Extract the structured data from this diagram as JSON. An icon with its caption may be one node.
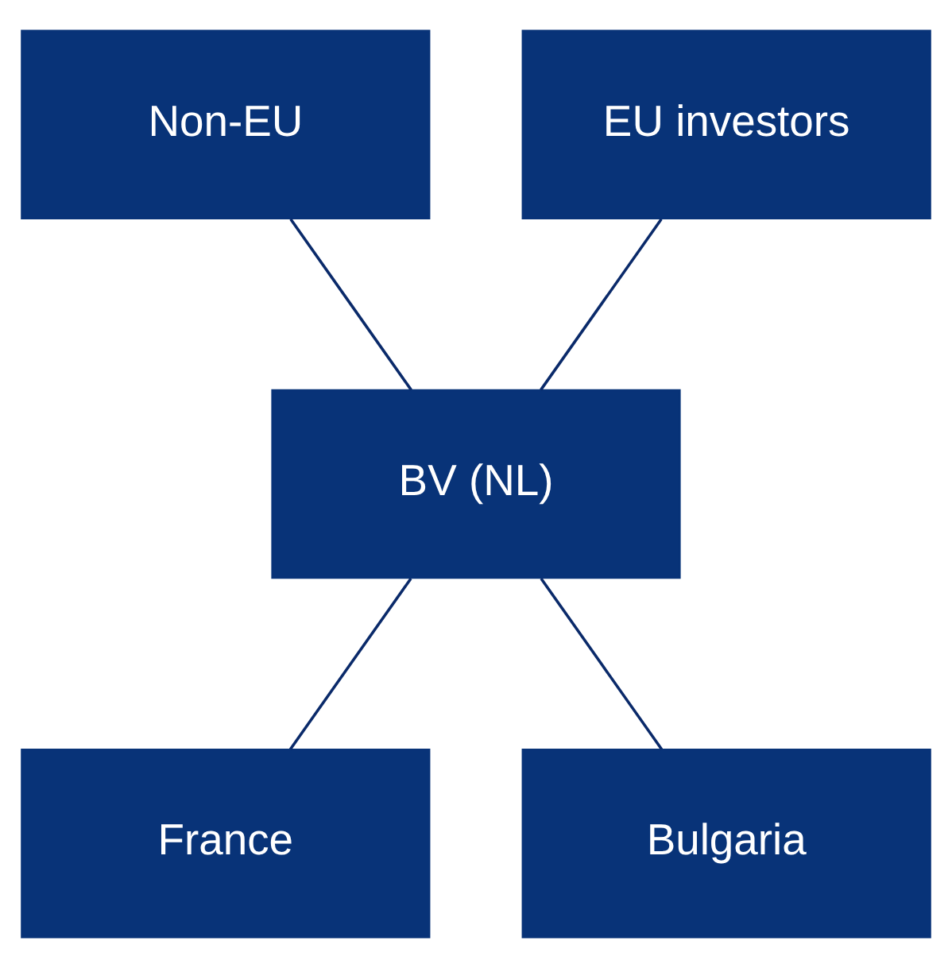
{
  "diagram": {
    "nodes": [
      {
        "text": [
          "Non-EU"
        ]
      },
      {
        "text": [
          "EU investors"
        ]
      },
      {
        "text": [
          "BV (NL)"
        ]
      },
      {
        "text": [
          "France"
        ]
      },
      {
        "text": [
          "Bulgaria"
        ]
      }
    ],
    "edges": [
      {
        "from": 0,
        "to": 2,
        "arrow": "none"
      },
      {
        "from": 1,
        "to": 2,
        "arrow": "none"
      },
      {
        "from": 2,
        "to": 3,
        "arrow": "none"
      },
      {
        "from": 2,
        "to": 4,
        "arrow": "none"
      }
    ]
  }
}
